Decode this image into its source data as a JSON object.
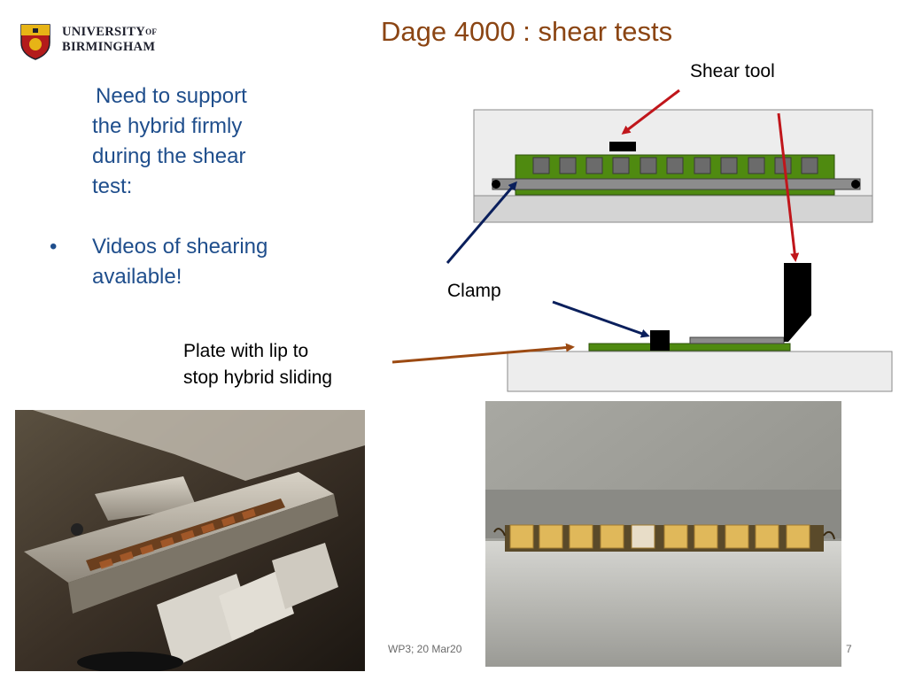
{
  "slide": {
    "title": "Dage 4000 : shear tests",
    "logo": {
      "line1": "UNIVERSITY",
      "line1_suffix": "OF",
      "line2": "BIRMINGHAM"
    },
    "body": {
      "paragraph_lines": [
        "Need to support",
        "the hybrid firmly",
        "during the shear",
        "test:"
      ],
      "bullet_symbol": "•",
      "bullet_lines": [
        "Videos of shearing",
        "available!"
      ]
    },
    "labels": {
      "shear_tool": "Shear tool",
      "clamp": "Clamp",
      "plate_lines": [
        "Plate with lip to",
        "stop hybrid sliding"
      ]
    },
    "footer": "WP3; 20 Mar20",
    "page_number": "7"
  },
  "colors": {
    "title": "#8B4513",
    "body_text": "#1f4e8c",
    "arrow_red": "#c0161b",
    "arrow_navy": "#0a1f5c",
    "arrow_brown": "#9c4a12",
    "hybrid_green": "#4f8a10",
    "plate_gray": "#d4d4d4"
  },
  "icons": [
    "university-crest-icon",
    "bullet-dot-icon"
  ]
}
